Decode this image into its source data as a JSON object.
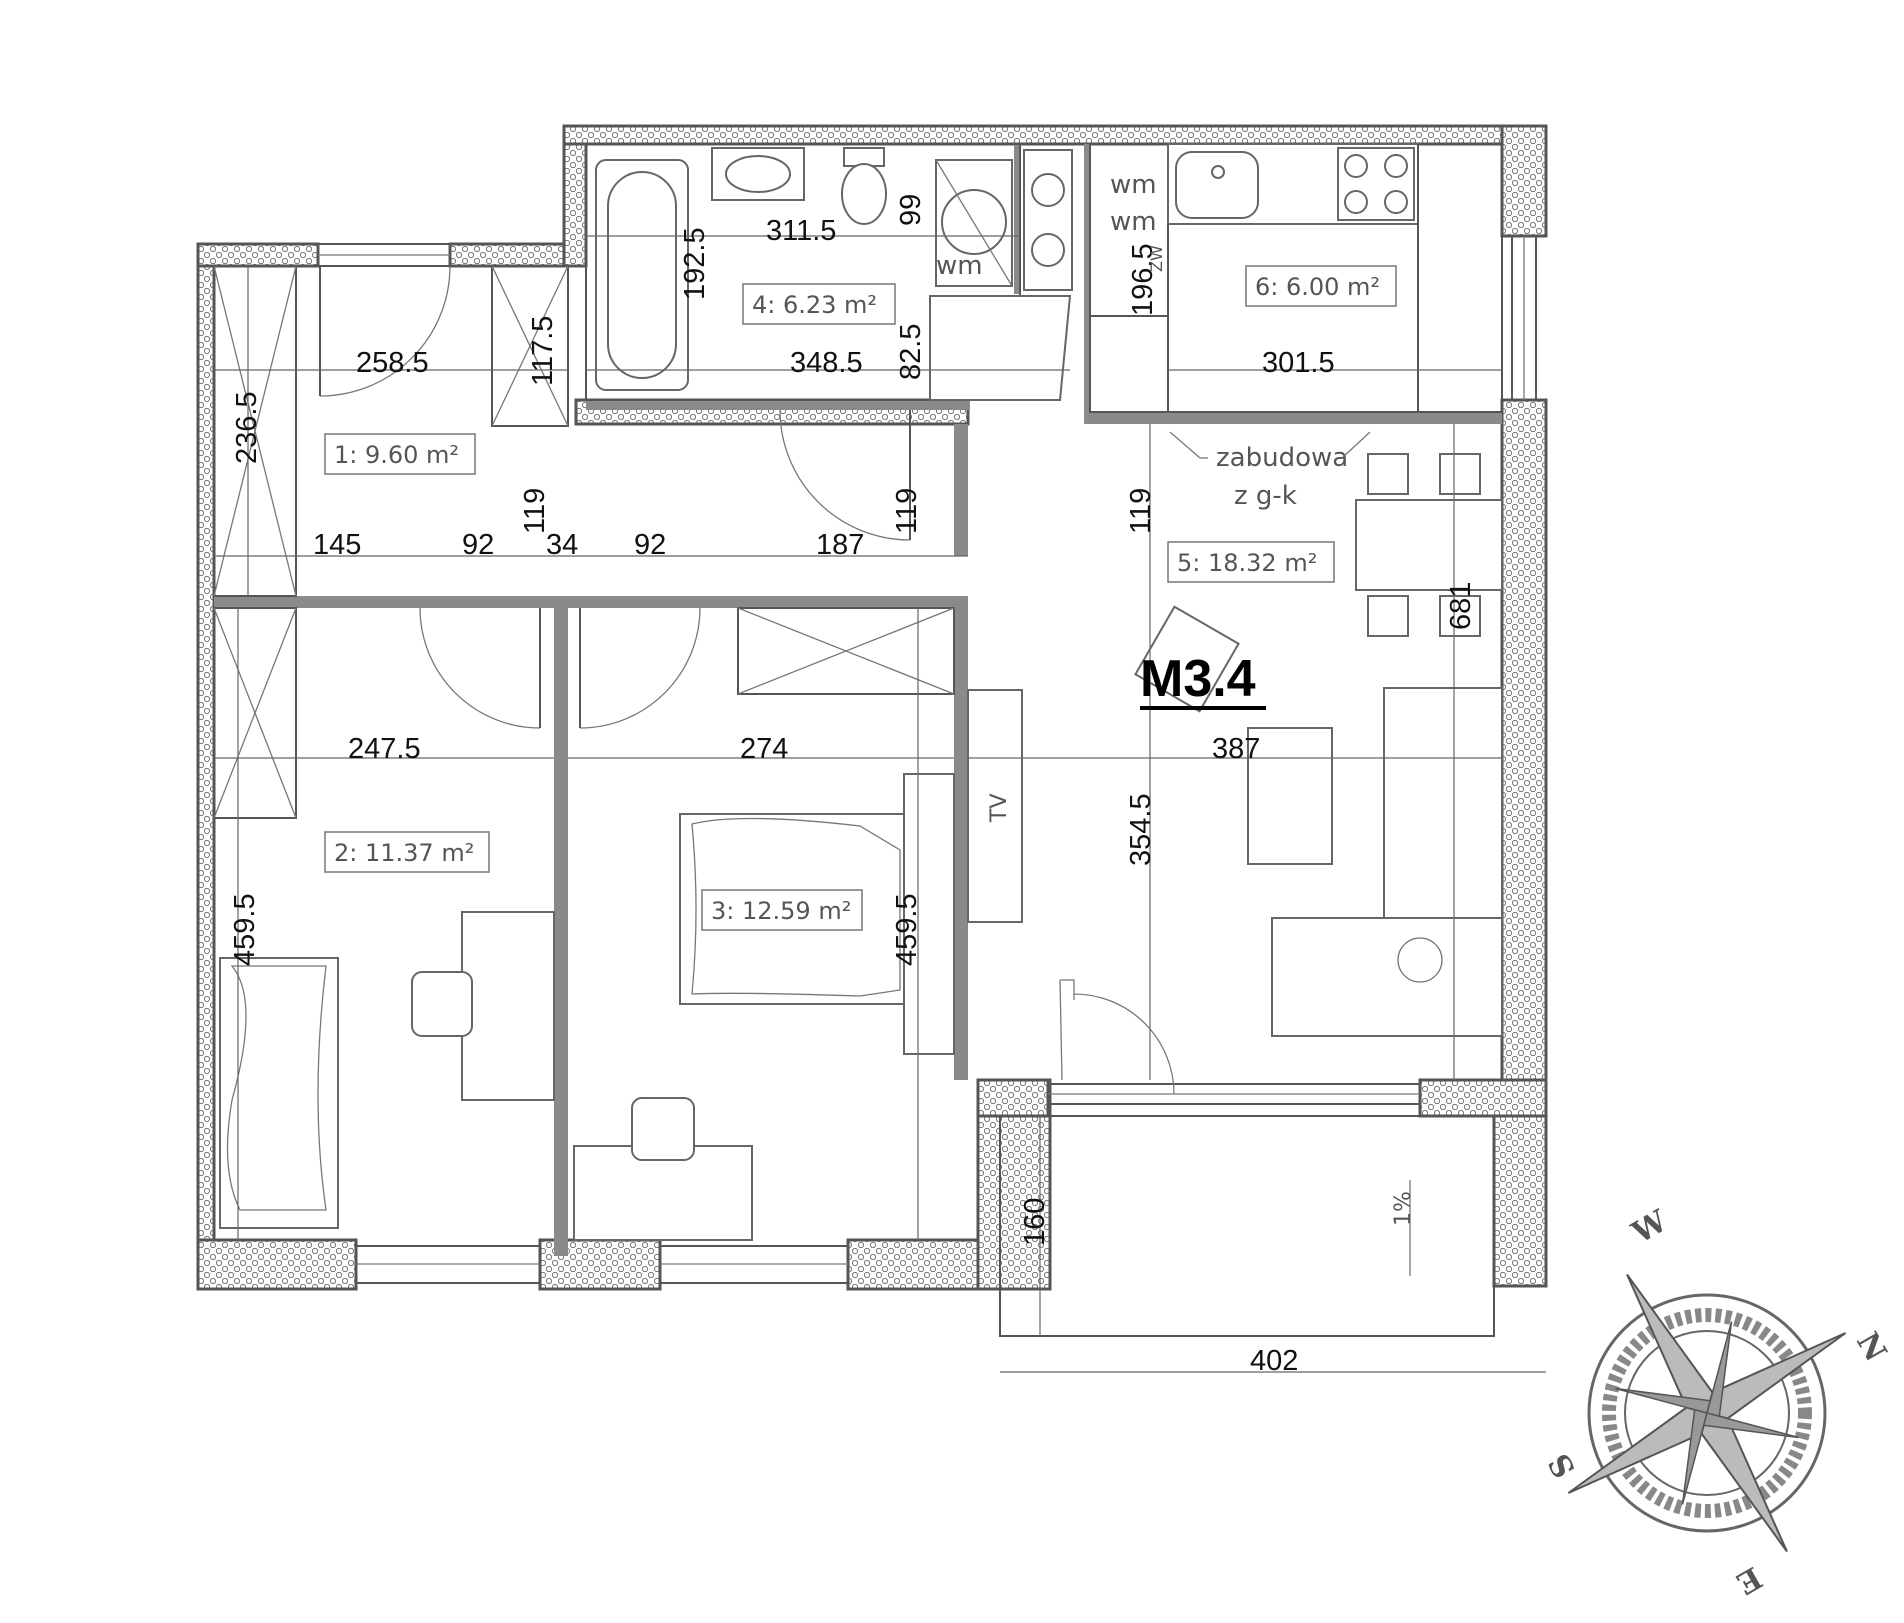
{
  "plan_title": "M3.4",
  "rooms": [
    {
      "id": "1",
      "label": "1: 9.60 m²"
    },
    {
      "id": "2",
      "label": "2: 11.37 m²"
    },
    {
      "id": "3",
      "label": "3: 12.59 m²"
    },
    {
      "id": "4",
      "label": "4: 6.23 m²"
    },
    {
      "id": "5",
      "label": "5: 18.32 m²"
    },
    {
      "id": "6",
      "label": "6: 6.00 m²"
    }
  ],
  "dimensions": {
    "d_311_5": "311.5",
    "d_99": "99",
    "d_192_5": "192.5",
    "d_348_5": "348.5",
    "d_82_5": "82.5",
    "d_196_5": "196.5",
    "d_301_5": "301.5",
    "d_258_5": "258.5",
    "d_117_5": "117.5",
    "d_236_5": "236.5",
    "d_145": "145",
    "d_92a": "92",
    "d_119a": "119",
    "d_34": "34",
    "d_92b": "92",
    "d_187": "187",
    "d_119b": "119",
    "d_119c": "119",
    "d_681": "681",
    "d_247_5": "247.5",
    "d_274": "274",
    "d_387": "387",
    "d_354_5": "354.5",
    "d_459_5a": "459.5",
    "d_459_5b": "459.5",
    "d_160": "160",
    "d_402": "402"
  },
  "annotations": {
    "wm1": "wm",
    "wm2": "wm",
    "wm3": "wm",
    "zw": "ZW",
    "zabudowa_1": "zabudowa",
    "zabudowa_2": "z g-k",
    "tv": "TV",
    "slope": "1%"
  },
  "compass": {
    "n": "N",
    "e": "E",
    "s": "S",
    "w": "W"
  }
}
